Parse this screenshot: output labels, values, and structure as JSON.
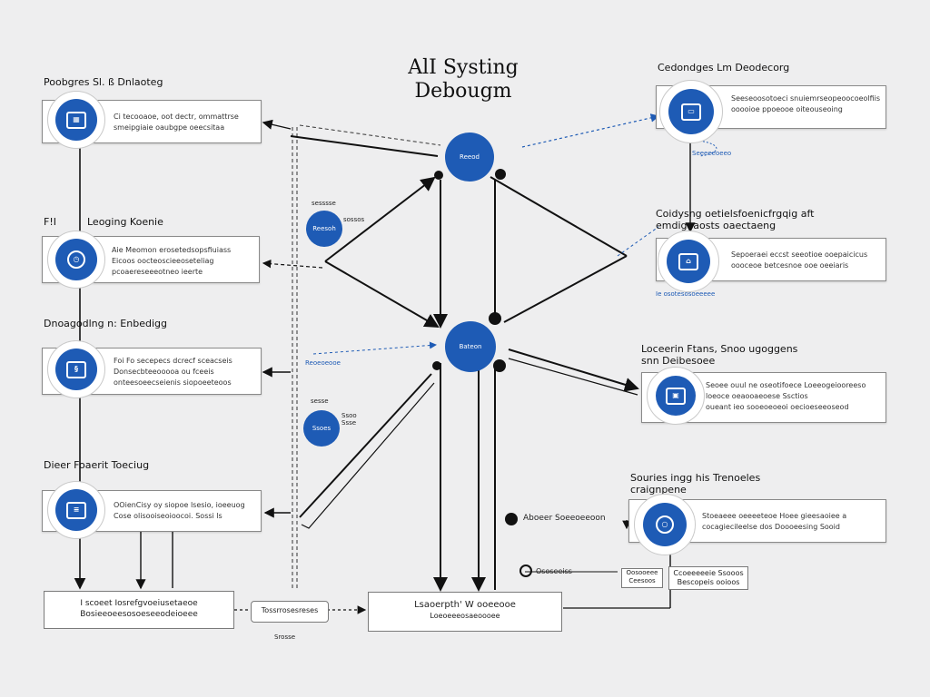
{
  "title": {
    "line1": "AlI Systing",
    "line2": "Debougm"
  },
  "colors": {
    "accent": "#1e5bb5",
    "line": "#111111",
    "dash": "#1e5bb5"
  },
  "headings": {
    "left1": "Poobgres Sl. ß Dnlaoteg",
    "left2_a": "F!I",
    "left2_b": "Leoging Koenie",
    "left3": "Dnoagodlng n: Enbedigg",
    "left4": "Dieer Foaerit Toeciug",
    "right1": "Cedondges Lm Deodecorg",
    "right2": "Coidysng oetielsfoenicfrgqig aft\nemdigeaosts oaectaeng",
    "right3": "Loceerin Ftans, Snoo ugoggens\nsnn Deibesoee",
    "right4": "Souries ingg his Trenoeles\ncraignpene"
  },
  "cards": {
    "left1": {
      "icon": "server-icon",
      "line1": "Ci tecooaoe, oot dectr, ommattrse",
      "line2": "smeipgiaie oaubgpe oeecsitaa"
    },
    "left2": {
      "icon": "clock-icon",
      "line1": "Aie Meomon erosetedsopsfiuiass",
      "line2": "Eicoos oocteoscieeoseteliag",
      "line3": "pcoaereseeeotneo ieerte"
    },
    "left3": {
      "icon": "shield-icon",
      "line1": "Foi Fo secepecs dcrecf sceacseis",
      "line2": "Donsecbteeooooa ou fceeis",
      "line3": "onteesoeecseienis  siopoeeteoos"
    },
    "left4": {
      "icon": "database-icon",
      "line1": "OOienCisy oy siopoe lsesio, ioeeuog",
      "line2": "Cose olisooiseoioocoi. Sossi ls"
    },
    "right1": {
      "icon": "monitor-icon",
      "line1": "Seeseoosotoeci snuiemrseopeoocoeolfiis",
      "line2": "ooooioe  ppoeooe  oiteouseoing"
    },
    "right2": {
      "icon": "lock-icon",
      "line1": "Sepoeraei eccst  seeotioe ooepaicicus",
      "line2": "oooceoe betcesnoe ooe oeeiaris"
    },
    "right3": {
      "icon": "toolbox-icon",
      "line1": "Seoee  ouul ne  oseotifoece Loeeogeiooreeso",
      "line2": "loeoce oeaooaeoese Ssctios",
      "line3": "oueant ieo sooeoeoeoi oecioeseeoseod"
    },
    "right4": {
      "icon": "search-icon",
      "line1": "Stoeaeee  oeeeeteoe Hoee gieesaoiee a",
      "line2": "cocagiecileelse dos Doooeesing Sooid"
    }
  },
  "hubs": {
    "top": "Reeod",
    "middle": "Bateon",
    "small1": "Reesoh",
    "small2": "Ssoes"
  },
  "small_labels": {
    "small1_top": "sesssse",
    "small1_right": "sossos",
    "small2_top": "sesse",
    "small2_right": "Ssoo\nSsse",
    "mid_dash": "Reoeoeooe"
  },
  "blue_notes": {
    "right1": "Seeeeeoeeo",
    "right2": "Ie osotesosoeeeee"
  },
  "bottom": {
    "left_box": {
      "line1": "I  scoeet  Iosrefgvoeiusetaeoe",
      "line2": "Bosieeoeesosoeseeodeioeee"
    },
    "small_box": {
      "line1": "Tossrrosesreses",
      "below": "Srosse"
    },
    "center_box": {
      "line1": "Lsaoerpth' W ooeeooe",
      "line2": "Loeoeeeosaeoooee"
    },
    "right_label1": "Aboeer Soeeoeeoon",
    "right_label2": "Ososeeiss",
    "right_box": {
      "line1": "Ccoeeeeeie Ssooos",
      "line2": "Bescopeis  ooioos"
    },
    "right_small": {
      "line1": "Oosooeee",
      "line2": "Ceesoos"
    }
  }
}
